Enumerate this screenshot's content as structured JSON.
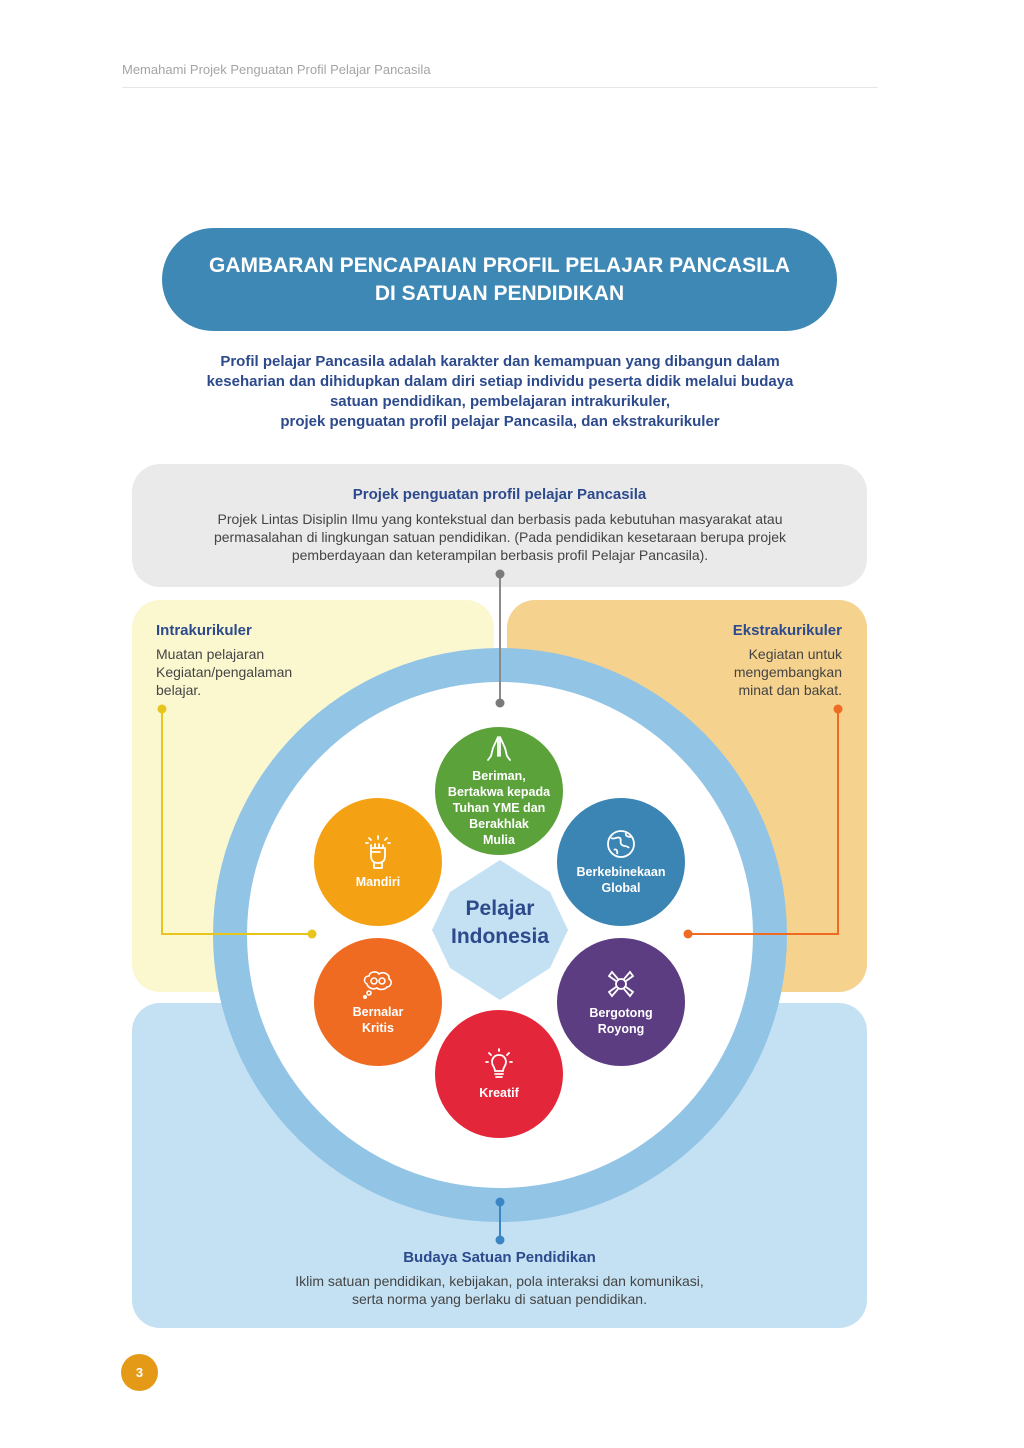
{
  "header": {
    "running_title": "Memahami Projek Penguatan Profil Pelajar Pancasila"
  },
  "title": {
    "line1": "GAMBARAN PENCAPAIAN PROFIL PELAJAR PANCASILA",
    "line2": "DI SATUAN PENDIDIKAN"
  },
  "intro": {
    "lines": [
      "Profil pelajar Pancasila adalah karakter dan kemampuan yang dibangun dalam",
      "keseharian dan dihidupkan dalam diri setiap individu peserta didik melalui budaya",
      "satuan pendidikan, pembelajaran intrakurikuler,",
      "projek penguatan profil pelajar Pancasila, dan ekstrakurikuler"
    ]
  },
  "projek": {
    "heading": "Projek penguatan profil pelajar Pancasila",
    "lines": [
      "Projek Lintas Disiplin Ilmu yang kontekstual dan berbasis pada kebutuhan masyarakat atau",
      "permasalahan di lingkungan satuan pendidikan. (Pada pendidikan kesetaraan berupa projek",
      "pemberdayaan dan keterampilan berbasis profil Pelajar Pancasila)."
    ]
  },
  "intrakurikuler": {
    "heading": "Intrakurikuler",
    "lines": [
      "Muatan pelajaran",
      "Kegiatan/pengalaman",
      "belajar."
    ]
  },
  "ekstrakurikuler": {
    "heading": "Ekstrakurikuler",
    "lines": [
      "Kegiatan untuk",
      "mengembangkan",
      "minat dan bakat."
    ]
  },
  "budaya": {
    "heading": "Budaya Satuan Pendidikan",
    "lines": [
      "Iklim satuan pendidikan, kebijakan, pola interaksi dan komunikasi,",
      "serta norma yang berlaku di satuan pendidikan."
    ]
  },
  "center": {
    "line1": "Pelajar",
    "line2": "Indonesia"
  },
  "dimensions": [
    {
      "lines": [
        "Beriman,",
        "Bertakwa kepada",
        "Tuhan YME dan",
        "Berakhlak",
        "Mulia"
      ],
      "icon": "praying-hands-icon",
      "color": "#5ba23b"
    },
    {
      "lines": [
        "Berkebinekaan",
        "Global"
      ],
      "icon": "globe-icon",
      "color": "#3b85b5"
    },
    {
      "lines": [
        "Bergotong",
        "Royong"
      ],
      "icon": "joined-hands-icon",
      "color": "#5c3d82"
    },
    {
      "lines": [
        "Kreatif"
      ],
      "icon": "lightbulb-icon",
      "color": "#e3263a"
    },
    {
      "lines": [
        "Bernalar",
        "Kritis"
      ],
      "icon": "thinking-gears-icon",
      "color": "#ee6b21"
    },
    {
      "lines": [
        "Mandiri"
      ],
      "icon": "raised-fist-icon",
      "color": "#f4a114"
    }
  ],
  "page_number": "3"
}
